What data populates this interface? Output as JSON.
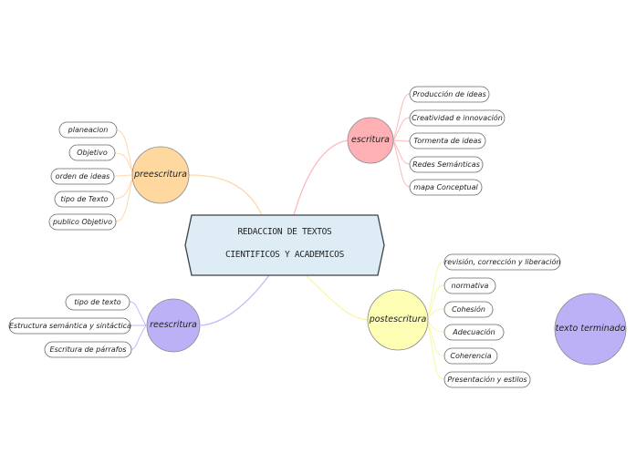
{
  "center": {
    "line1": "REDACCION DE TEXTOS",
    "line2": "CIENTIFICOS Y ACADEMICOS"
  },
  "branches": {
    "preescritura": {
      "label": "preescritura",
      "color": "#ffd5a0",
      "items": [
        "planeacion",
        "Objetivo",
        "orden de ideas",
        "tipo de Texto",
        "publico Objetivo"
      ]
    },
    "escritura": {
      "label": "escritura",
      "color": "#ffb3b8",
      "items": [
        "Producción de ideas",
        "Creatividad e innovación",
        "Tormenta de ideas",
        "Redes Semánticas",
        "mapa Conceptual"
      ]
    },
    "reescritura": {
      "label": "reescritura",
      "color": "#bcb1f7",
      "items": [
        "tipo de texto",
        "Estructura semántica y sintáctica",
        "Escritura de párrafos"
      ]
    },
    "postescritura": {
      "label": "postescritura",
      "color": "#fdfdb3",
      "items": [
        "revisión, corrección y liberación",
        "normativa",
        "Cohesión",
        "Adecuación",
        "Coherencia",
        "Presentación y estilos"
      ]
    }
  },
  "floating": {
    "label": "texto terminado",
    "color": "#bcb1f7"
  }
}
